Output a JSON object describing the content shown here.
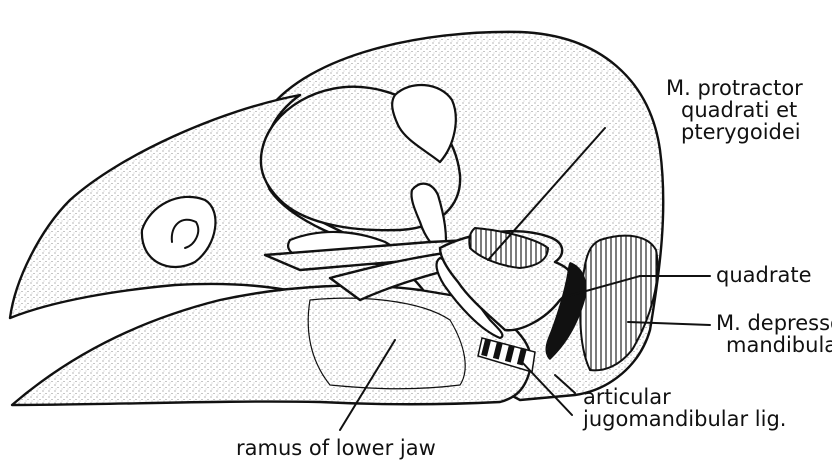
{
  "figure": {
    "labels": {
      "protractor": [
        "M. protractor",
        "quadrati et",
        "pterygoidei"
      ],
      "quadrate": "quadrate",
      "depressor": [
        "M. depressor",
        "mandibulae"
      ],
      "articular": [
        "articular",
        "jugomandibular lig."
      ],
      "ramus": "ramus of lower jaw"
    }
  }
}
